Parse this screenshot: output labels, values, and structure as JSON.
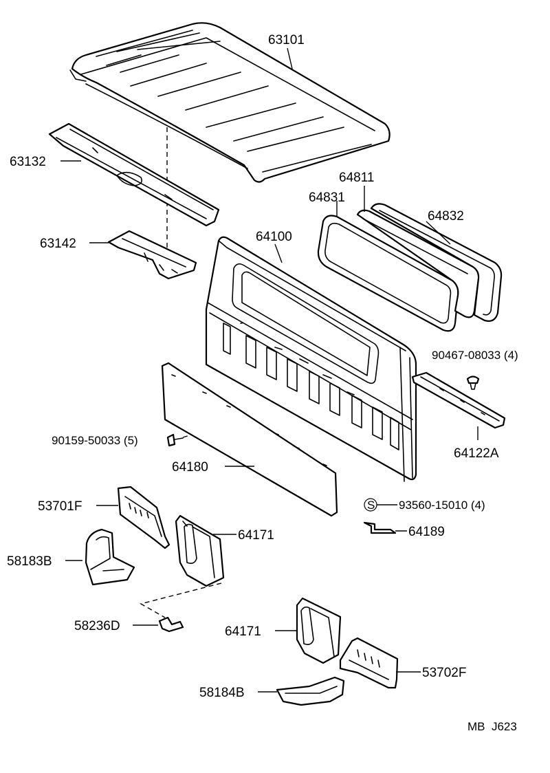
{
  "labels": {
    "p63101": "63101",
    "p63132": "63132",
    "p63142": "63142",
    "p64811": "64811",
    "p64831": "64831",
    "p64832": "64832",
    "p64100": "64100",
    "p90467": "90467-08033 (4)",
    "p90159": "90159-50033 (5)",
    "p64122A": "64122A",
    "p64180": "64180",
    "p93560_s": "S",
    "p93560": "93560-15010 (4)",
    "p64189": "64189",
    "p53701F": "53701F",
    "p64171a": "64171",
    "p58183B": "58183B",
    "p58236D": "58236D",
    "p64171b": "64171",
    "p53702F": "53702F",
    "p58184B": "58184B"
  },
  "footer": {
    "code": "MB  J623"
  }
}
